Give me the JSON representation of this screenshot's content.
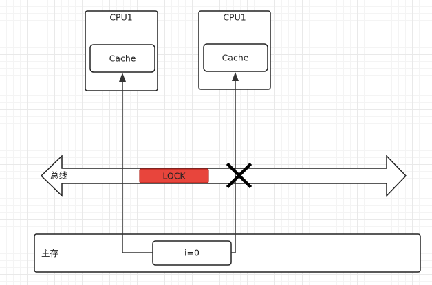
{
  "cpus": [
    {
      "label": "CPU1",
      "cache_label": "Cache"
    },
    {
      "label": "CPU1",
      "cache_label": "Cache"
    }
  ],
  "bus": {
    "label": "总线",
    "lock_label": "LOCK",
    "lock_color": "#e8453c",
    "blocked_marker": "x-mark-icon"
  },
  "memory": {
    "label": "主存",
    "variable_label": "i=0"
  }
}
